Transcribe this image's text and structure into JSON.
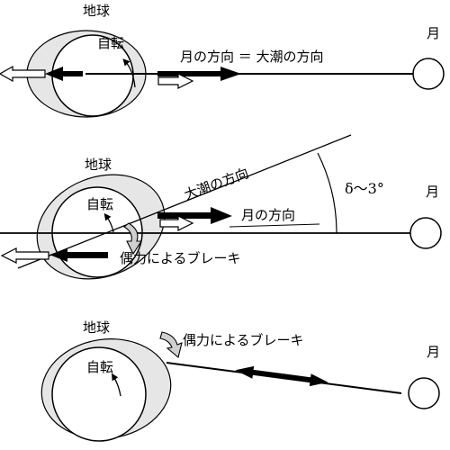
{
  "panel1": {
    "earth_label": "地球",
    "rotation_label": "自転",
    "direction_label": "月の方向 ＝ 大潮の方向",
    "moon_label": "月"
  },
  "panel2": {
    "earth_label": "地球",
    "rotation_label": "自転",
    "tide_direction_label": "大潮の方向",
    "moon_direction_label": "月の方向",
    "angle_label": "δ～3°",
    "brake_label": "偶力によるブレーキ",
    "moon_label": "月"
  },
  "panel3": {
    "earth_label": "地球",
    "rotation_label": "自転",
    "brake_label": "偶力によるブレーキ",
    "moon_label": "月"
  },
  "colors": {
    "bulge": "#e6e6e6",
    "line": "#000000",
    "background": "#ffffff"
  }
}
